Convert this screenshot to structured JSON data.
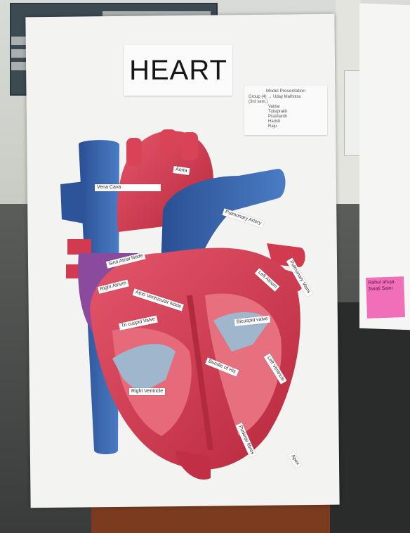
{
  "poster": {
    "title": "HEART",
    "info_card": {
      "heading": "Model Presentation",
      "group_line": "Group (4) → Uday Malhotra",
      "subtitle": "(3rd sem.)",
      "members": [
        "Vaidar",
        "Tulsiprakh",
        "Prashanth",
        "Harish",
        "Raju"
      ]
    }
  },
  "labels": [
    "Aorta",
    "Vena Cava",
    "Pulmonary Artery",
    "Sino Atrial Node",
    "Pulmonary Veins",
    "Left Atrium",
    "Right Atrium",
    "Atrio Ventricular Node",
    "Tri cuspid Valve",
    "Bicuspid valve",
    "Bundle of His",
    "Left Ventricle",
    "Right Ventricle",
    "Purkinje fibres",
    "Apex"
  ],
  "background_note": "Rahul ahuja Swati Saini",
  "colors": {
    "oxygenated": "#d9354a",
    "deoxygenated": "#2f5fa8",
    "foam_board": "#f3f3f1"
  }
}
